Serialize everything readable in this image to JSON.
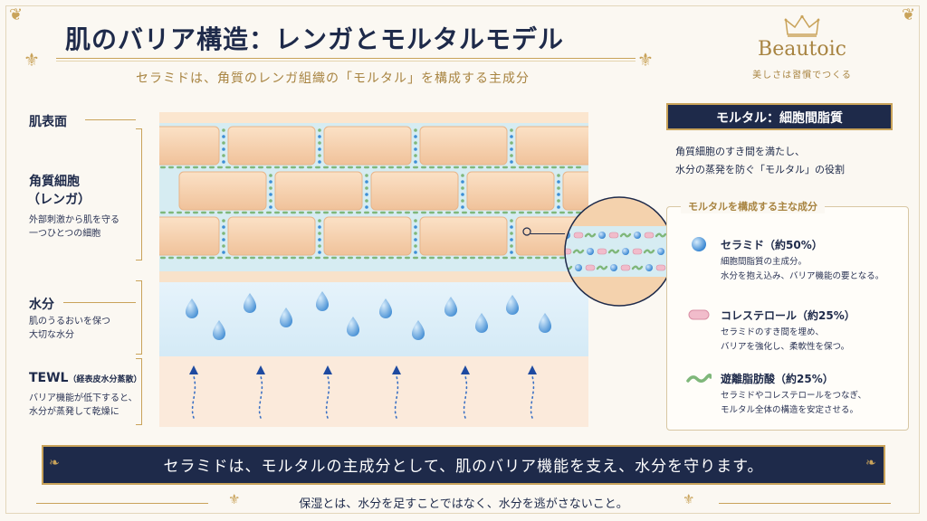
{
  "header": {
    "title": "肌のバリア構造：レンガとモルタルモデル",
    "subtitle": "セラミドは、角質のレンガ組織の「モルタル」を構成する主成分"
  },
  "brand": {
    "name": "Beautoic",
    "tagline": "美しさは習慣でつくる",
    "icon": "crown-icon"
  },
  "layers": {
    "surface": {
      "title": "肌表面"
    },
    "corneocyte": {
      "title_line1": "角質細胞",
      "title_line2": "（レンガ）",
      "desc_line1": "外部刺激から肌を守る",
      "desc_line2": "一つひとつの細胞"
    },
    "water": {
      "title": "水分",
      "desc_line1": "肌のうるおいを保つ",
      "desc_line2": "大切な水分"
    },
    "tewl": {
      "title": "TEWL",
      "title_note": "（経表皮水分蒸散）",
      "desc_line1": "バリア機能が低下すると、",
      "desc_line2": "水分が蒸発して乾燥に"
    }
  },
  "mortar": {
    "heading": "モルタル：細胞間脂質",
    "desc_line1": "角質細胞のすき間を満たし、",
    "desc_line2": "水分の蒸発を防ぐ「モルタル」の役割"
  },
  "components": {
    "heading": "モルタルを構成する主な成分",
    "items": [
      {
        "icon": "blue-sphere-icon",
        "title": "セラミド（約50%）",
        "desc_line1": "細胞間脂質の主成分。",
        "desc_line2": "水分を抱え込み、バリア機能の要となる。"
      },
      {
        "icon": "pink-capsule-icon",
        "title": "コレステロール（約25%）",
        "desc_line1": "セラミドのすき間を埋め、",
        "desc_line2": "バリアを強化し、柔軟性を保つ。"
      },
      {
        "icon": "green-wave-icon",
        "title": "遊離脂肪酸（約25%）",
        "desc_line1": "セラミドやコレステロールをつなぎ、",
        "desc_line2": "モルタル全体の構造を安定させる。"
      }
    ]
  },
  "banner": {
    "text": "セラミドは、モルタルの主成分として、肌のバリア機能を支え、水分を守ります。"
  },
  "footer": {
    "text": "保湿とは、水分を足すことではなく、水分を逃がさないこと。"
  },
  "colors": {
    "navy": "#1e2a4a",
    "gold": "#c9a35a",
    "brick": "#f6cfa6",
    "mortar": "#d6ecf2",
    "water": "#dbeef8",
    "ceramide": "#3d8fd6",
    "cholesterol": "#eeb3c3",
    "fatty_acid": "#7fb77a"
  }
}
